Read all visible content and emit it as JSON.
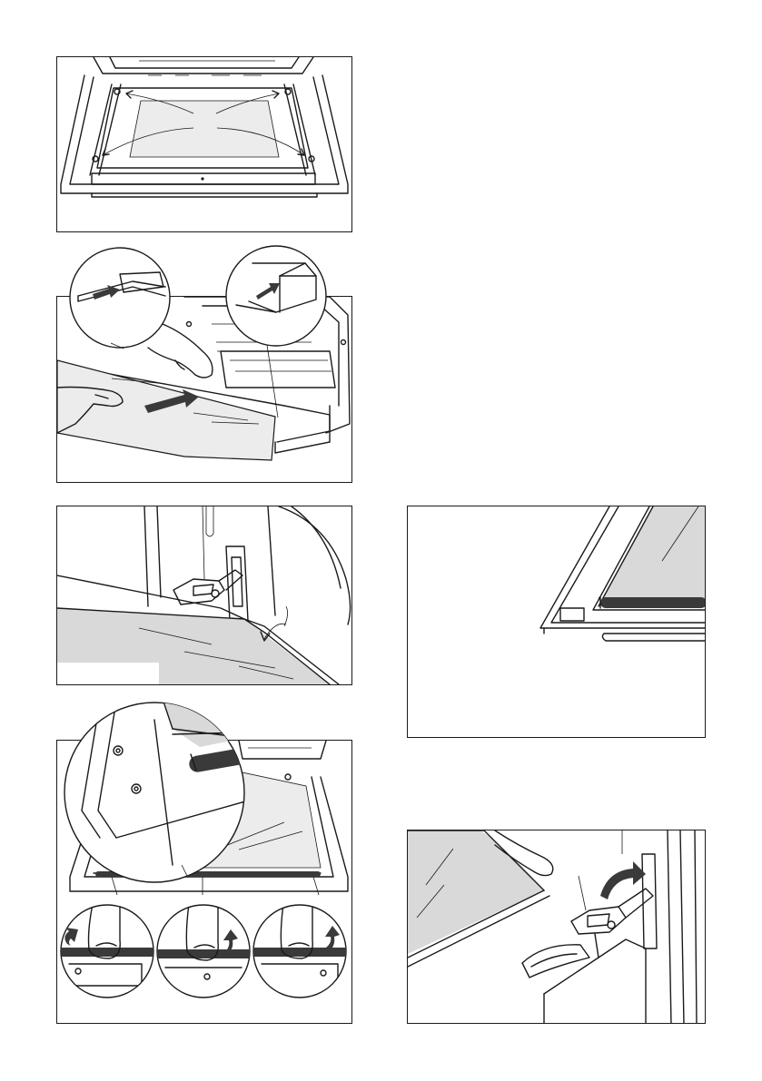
{
  "page": {
    "background": "#ffffff",
    "line_color": "#1a1a1a",
    "shade_color": "#d9d9d9"
  },
  "figures": [
    {
      "id": "fig-1",
      "subject": "open-oven-door-inner-glass"
    },
    {
      "id": "fig-2",
      "subject": "inserting-glass-pane-into-door"
    },
    {
      "id": "fig-3",
      "subject": "hinge-lever-with-glass"
    },
    {
      "id": "fig-4",
      "subject": "glass-pane-seal-corner"
    },
    {
      "id": "fig-5",
      "subject": "pressing-seal-onto-door"
    },
    {
      "id": "fig-6",
      "subject": "hinge-lever-flip"
    }
  ]
}
